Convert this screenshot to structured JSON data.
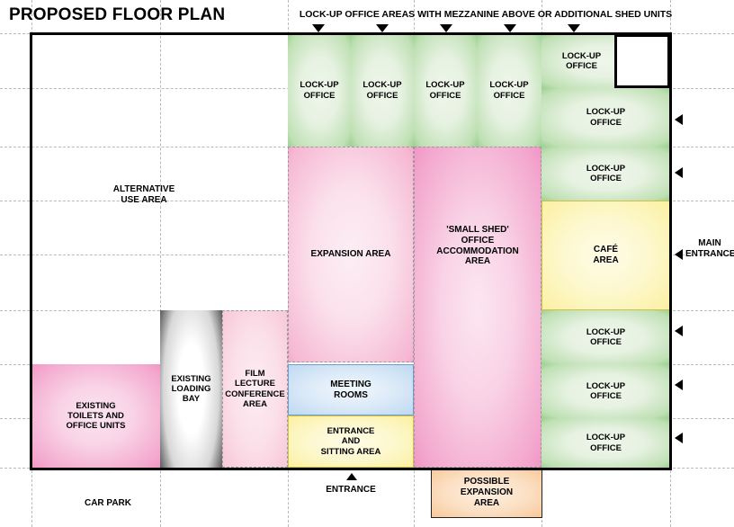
{
  "title": "PROPOSED FLOOR PLAN",
  "header_note": "LOCK-UP OFFICE AREAS WITH MEZZANINE ABOVE OR ADDITIONAL SHED UNITS",
  "labels": {
    "lock_up_office": "LOCK-UP\nOFFICE",
    "alternative_use_area": "ALTERNATIVE\nUSE AREA",
    "expansion_area": "EXPANSION AREA",
    "small_shed": "'SMALL SHED'\nOFFICE\nACCOMMODATION\nAREA",
    "cafe_area": "CAFÉ\nAREA",
    "main_entrance": "MAIN\nENTRANCE",
    "existing_toilets": "EXISTING\nTOILETS AND\nOFFICE UNITS",
    "existing_loading_bay": "EXISTING\nLOADING\nBAY",
    "film_lecture": "FILM\nLECTURE\nCONFERENCE\nAREA",
    "meeting_rooms": "MEETING\nROOMS",
    "entrance_sitting": "ENTRANCE\nAND\nSITTING AREA",
    "entrance": "ENTRANCE",
    "car_park": "CAR PARK",
    "possible_expansion": "POSSIBLE\nEXPANSION\nAREA"
  },
  "lockup_offices": {
    "top_row": [
      {
        "label": "LOCK-UP\nOFFICE"
      },
      {
        "label": "LOCK-UP\nOFFICE"
      },
      {
        "label": "LOCK-UP\nOFFICE"
      },
      {
        "label": "LOCK-UP\nOFFICE"
      },
      {
        "label": "LOCK-UP\nOFFICE"
      }
    ],
    "right_column": [
      {
        "label": "LOCK-UP\nOFFICE"
      },
      {
        "label": "LOCK-UP\nOFFICE"
      },
      {
        "label": "LOCK-UP\nOFFICE"
      },
      {
        "label": "LOCK-UP\nOFFICE"
      },
      {
        "label": "LOCK-UP\nOFFICE"
      }
    ]
  },
  "colors": {
    "lockup_office": "#84c47a",
    "expansion": "#f092bd",
    "small_shed": "#ef84bd",
    "cafe": "#f7e985",
    "meeting_rooms": "#a8cbea",
    "entrance_sitting": "#f7e985",
    "loading_bay": "#5a5a5a",
    "possible_expansion": "#f4b277",
    "grid": "#b9b9b9",
    "wall": "#000000"
  },
  "markers": {
    "down_arrow": "down-arrow",
    "left_arrow": "left-arrow",
    "up_arrow": "up-arrow"
  }
}
